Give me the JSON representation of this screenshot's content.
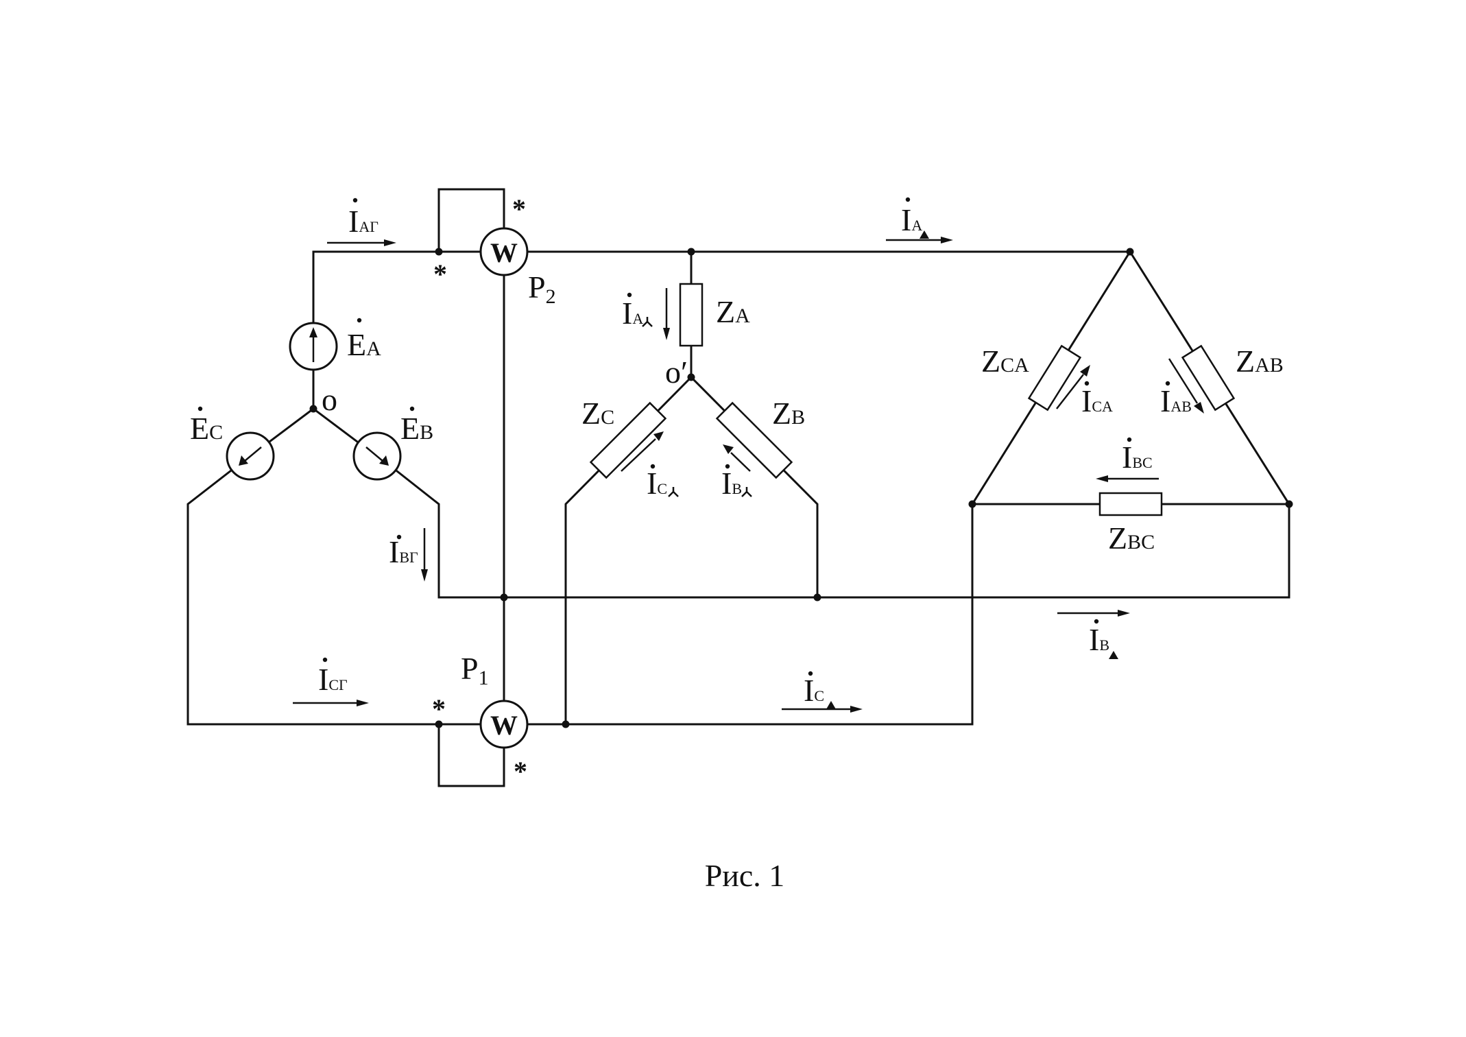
{
  "figure": {
    "caption": "Рис. 1"
  },
  "sources": {
    "EA": {
      "main": "E",
      "sub": "A"
    },
    "EB": {
      "main": "E",
      "sub": "B"
    },
    "EC": {
      "main": "E",
      "sub": "C"
    },
    "neutral": "o"
  },
  "wattmeters": {
    "symbol": "W",
    "P1": {
      "main": "P",
      "sub": "1"
    },
    "P2": {
      "main": "P",
      "sub": "2"
    },
    "star": "*"
  },
  "star_load": {
    "ZA": {
      "main": "Z",
      "sub": "A"
    },
    "ZB": {
      "main": "Z",
      "sub": "B"
    },
    "ZC": {
      "main": "Z",
      "sub": "C"
    },
    "neutral": "o′"
  },
  "delta_load": {
    "ZAB": {
      "main": "Z",
      "sub": "AB"
    },
    "ZBC": {
      "main": "Z",
      "sub": "BC"
    },
    "ZCA": {
      "main": "Z",
      "sub": "CA"
    }
  },
  "currents": {
    "IAg": {
      "main": "I",
      "sub": "АГ"
    },
    "IBg": {
      "main": "I",
      "sub": "ВГ"
    },
    "ICg": {
      "main": "I",
      "sub": "СГ"
    },
    "IAy": {
      "main": "I",
      "sub": "A"
    },
    "IBy": {
      "main": "I",
      "sub": "B"
    },
    "ICy": {
      "main": "I",
      "sub": "C"
    },
    "IAd": {
      "main": "I",
      "sub": "A"
    },
    "IBd": {
      "main": "I",
      "sub": "B"
    },
    "ICd": {
      "main": "I",
      "sub": "C"
    },
    "IAB": {
      "main": "I",
      "sub": "AB"
    },
    "IBC": {
      "main": "I",
      "sub": "BC"
    },
    "ICA": {
      "main": "I",
      "sub": "CA"
    }
  }
}
